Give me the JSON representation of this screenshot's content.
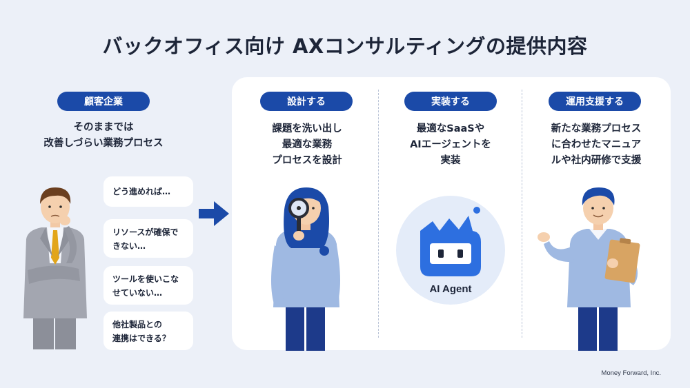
{
  "title": "バックオフィス向け AXコンサルティングの提供内容",
  "client": {
    "label": "顧客企業",
    "description": "そのままでは\n改善しづらい業務プロセス",
    "concerns": [
      "どう進めれば…",
      "リソースが確保で\nきない…",
      "ツールを使いこな\nせていない…",
      "他社製品との\n連携はできる？"
    ]
  },
  "steps": [
    {
      "label": "設計する",
      "description": "課題を洗い出し\n最適な業務\nプロセスを設計"
    },
    {
      "label": "実装する",
      "description": "最適なSaaSや\nAIエージェントを\n実装"
    },
    {
      "label": "運用支援する",
      "description": "新たな業務プロセス\nに合わせたマニュア\nルや社内研修で支援"
    }
  ],
  "agent_label": "AI Agent",
  "footer": "Money Forward, Inc.",
  "colors": {
    "background": "#ecf0f8",
    "brand_blue": "#1b4aa8",
    "panel": "#ffffff",
    "text": "#1d2538"
  }
}
